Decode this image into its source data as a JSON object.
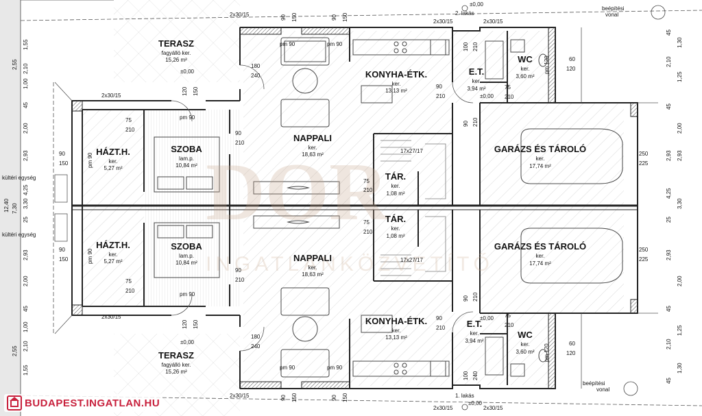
{
  "rooms": {
    "terasz_top": {
      "name": "TERASZ",
      "sub1": "fagyálló ker.",
      "sub2": "15,26 m²"
    },
    "terasz_bottom": {
      "name": "TERASZ",
      "sub1": "fagyálló ker.",
      "sub2": "15,26 m²"
    },
    "hazt_top": {
      "name": "HÁZT.H.",
      "sub1": "ker.",
      "sub2": "5,27 m²"
    },
    "hazt_bottom": {
      "name": "HÁZT.H.",
      "sub1": "ker.",
      "sub2": "5,27 m²"
    },
    "szoba_top": {
      "name": "SZOBA",
      "sub1": "lam.p.",
      "sub2": "10,84 m²"
    },
    "szoba_bottom": {
      "name": "SZOBA",
      "sub1": "lam.p.",
      "sub2": "10,84 m²"
    },
    "nappali_top": {
      "name": "NAPPALI",
      "sub1": "ker.",
      "sub2": "18,63 m²"
    },
    "nappali_bottom": {
      "name": "NAPPALI",
      "sub1": "ker.",
      "sub2": "18,63 m²"
    },
    "konyha_top": {
      "name": "KONYHA-ÉTK.",
      "sub1": "ker.",
      "sub2": "13,13 m²"
    },
    "konyha_bottom": {
      "name": "KONYHA-ÉTK.",
      "sub1": "ker.",
      "sub2": "13,13 m²"
    },
    "tar_top": {
      "name": "TÁR.",
      "sub1": "ker.",
      "sub2": "1,08 m²"
    },
    "tar_bottom": {
      "name": "TÁR.",
      "sub1": "ker.",
      "sub2": "1,08 m²"
    },
    "et_top": {
      "name": "E.T.",
      "sub1": "ker.",
      "sub2": "3,94 m²"
    },
    "et_bottom": {
      "name": "E.T.",
      "sub1": "ker.",
      "sub2": "3,94 m²"
    },
    "wc_top": {
      "name": "WC",
      "sub1": "ker.",
      "sub2": "3,60 m²"
    },
    "wc_bottom": {
      "name": "WC",
      "sub1": "ker.",
      "sub2": "3,60 m²"
    },
    "garazs_top": {
      "name": "GARÁZS ÉS TÁROLÓ",
      "sub1": "ker.",
      "sub2": "17,74 m²"
    },
    "garazs_bottom": {
      "name": "GARÁZS ÉS TÁROLÓ",
      "sub1": "ker.",
      "sub2": "17,74 m²"
    }
  },
  "labels": {
    "lakas2": "2. lakás",
    "lakas1": "1. lakás",
    "level": "±0,00",
    "epitesi": "beépítési",
    "vonal": "vonal",
    "kulteri": "kültéri egység",
    "pm90": "pm 90",
    "pm120": "pm 120",
    "sz": "17x27/17",
    "step": "2x30/15",
    "watermark": "DOR",
    "watermark_sub": "INGATLANKÖZVETÍTŐ"
  },
  "dims": {
    "d_90": "90",
    "d_150": "150",
    "d_75": "75",
    "d_210": "210",
    "d_180": "180",
    "d_240": "240",
    "d_120": "120",
    "d_60": "60",
    "d_100": "100",
    "d_250": "250",
    "d_225": "225",
    "left_255": "2,55",
    "left_155": "1,55",
    "left_210": "2,10",
    "left_100": "1,00",
    "left_45": "45",
    "left_200": "2,00",
    "left_293": "2,93",
    "left_425": "4,25",
    "left_1240": "12,40",
    "left_730": "7,30",
    "left_330": "3,30",
    "left_25": "25",
    "right_130": "1,30",
    "right_125": "1,25",
    "right_200": "2,00",
    "right_293": "2,93",
    "right_425": "4,25",
    "right_330": "3,30",
    "right_25": "25"
  },
  "footer": {
    "site": "BUDAPEST.INGATLAN.HU"
  },
  "colors": {
    "wall": "#222222",
    "hatch": "#9a9a9a",
    "brand": "#c8203c"
  }
}
